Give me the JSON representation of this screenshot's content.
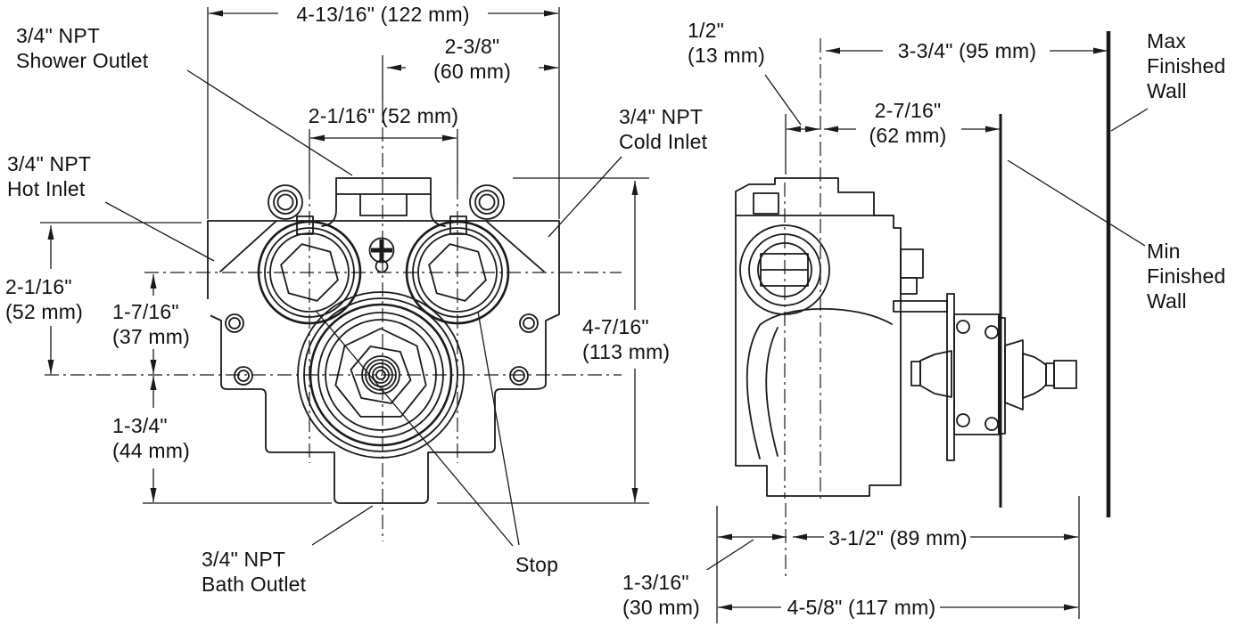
{
  "drawing": {
    "type": "plumbing-valve-roughin-dimension-diagram",
    "colors": {
      "line": "#1a1a1a",
      "background": "#ffffff"
    },
    "front": {
      "shower_outlet_label": "3/4\" NPT\nShower Outlet",
      "hot_inlet_label": "3/4\" NPT\nHot Inlet",
      "cold_inlet_label": "3/4\" NPT\nCold Inlet",
      "bath_outlet_label": "3/4\" NPT\nBath Outlet",
      "stop_label": "Stop",
      "dims": {
        "overall_width": "4-13/16\" (122 mm)",
        "center_to_edge": "2-3/8\"\n(60 mm)",
        "inlet_spacing": "2-1/16\" (52 mm)",
        "top_to_centerline": "2-1/16\"\n(52 mm)",
        "inlet_to_centerline": "1-7/16\"\n(37 mm)",
        "centerline_to_bottom": "1-3/4\"\n(44 mm)",
        "overall_height": "4-7/16\"\n(113 mm)"
      }
    },
    "side": {
      "max_wall_label": "Max\nFinished\nWall",
      "min_wall_label": "Min\nFinished\nWall",
      "dims": {
        "centerline_offset": "1/2\"\n(13 mm)",
        "centerline_to_max_wall": "3-3/4\" (95 mm)",
        "centerline_to_min_wall": "2-7/16\"\n(62 mm)",
        "body_to_min_wall": "3-1/2\" (89 mm)",
        "back_to_centerline": "1-3/16\"\n(30 mm)",
        "overall_depth": "4-5/8\" (117 mm)"
      }
    }
  }
}
